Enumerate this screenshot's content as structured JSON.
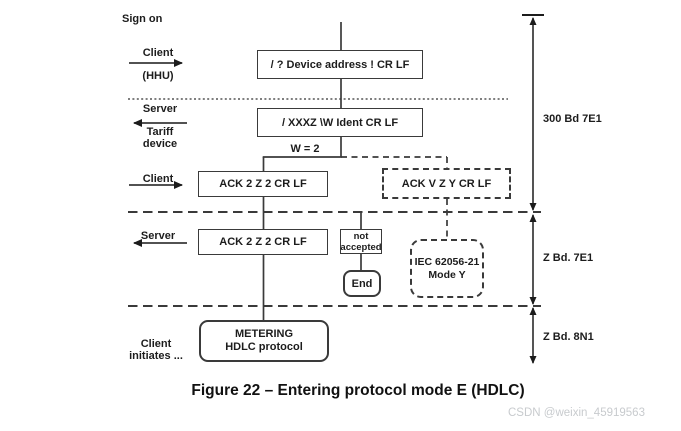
{
  "diagram": {
    "left_labels": {
      "sign_on": "Sign on",
      "client1": "Client",
      "hhu": "(HHU)",
      "server1": "Server",
      "tariff": "Tariff",
      "device": "device",
      "client2": "Client",
      "server2": "Server",
      "client_initiates_line1": "Client",
      "client_initiates_line2": "initiates ..."
    },
    "boxes": {
      "device_address": "/ ? Device address ! CR LF",
      "ident": "/ XXXZ \\W Ident CR LF",
      "w2": "W = 2",
      "ack_client": "ACK 2 Z 2 CR LF",
      "ack_alt": "ACK V Z Y CR LF",
      "ack_server": "ACK 2 Z 2 CR LF",
      "not_accepted_line1": "not",
      "not_accepted_line2": "accepted",
      "end": "End",
      "iec_line1": "IEC 62056-21",
      "iec_line2": "Mode Y",
      "metering_line1": "METERING",
      "metering_line2": "HDLC protocol"
    },
    "right_labels": {
      "seg1": "300 Bd 7E1",
      "seg2": "Z Bd. 7E1",
      "seg3": "Z Bd. 8N1"
    },
    "caption": "Figure 22 – Entering protocol mode E (HDLC)",
    "watermark": "CSDN @weixin_45919563",
    "colors": {
      "line": "#3a3a3a",
      "text": "#1c1c1c",
      "watermark": "#c8cbce"
    }
  }
}
